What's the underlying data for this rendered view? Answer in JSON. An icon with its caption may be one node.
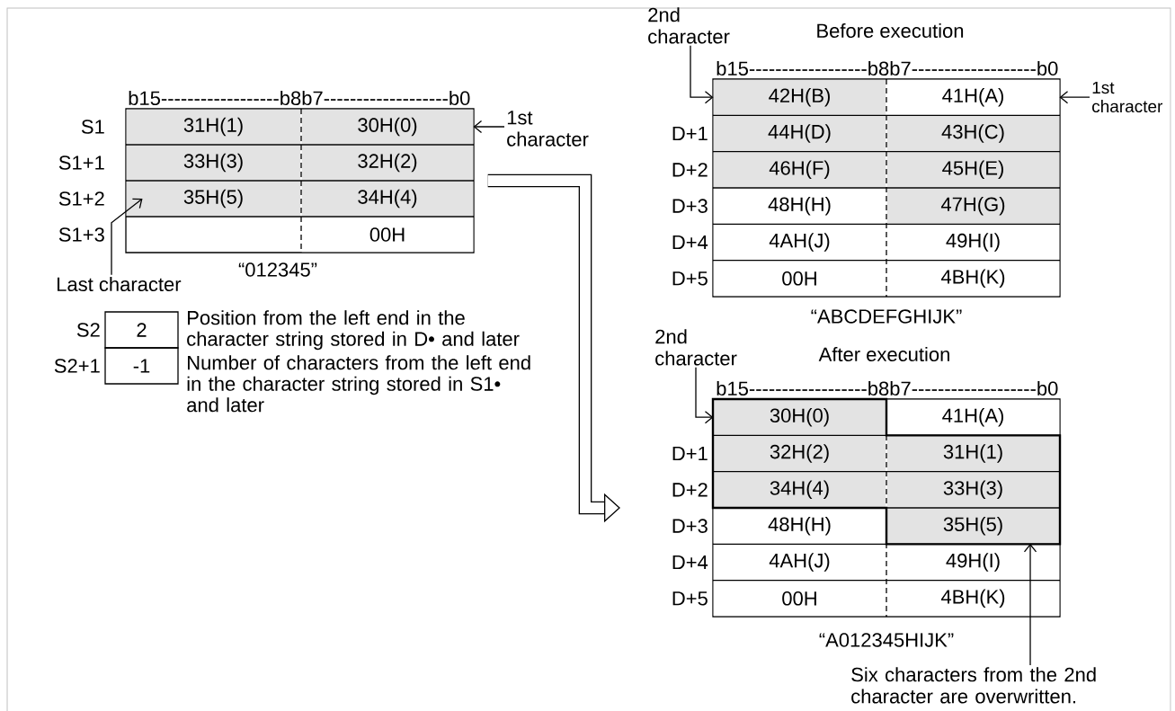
{
  "diagram": {
    "nodes": [
      {
        "text": [],
        "shape": "box",
        "beside": [
          "“012345”"
        ]
      },
      {
        "text": [
          "31H(1)"
        ],
        "in": 0
      },
      {
        "text": [
          "30H(0)"
        ],
        "in": 0
      },
      {
        "text": [
          "33H(3)"
        ],
        "in": 0
      },
      {
        "text": [
          "32H(2)"
        ],
        "in": 0
      },
      {
        "text": [
          "35H(5)"
        ],
        "in": 0
      },
      {
        "text": [
          "34H(4)"
        ],
        "in": 0
      },
      {
        "text": [
          "00H"
        ],
        "in": 0
      },
      {
        "text": [
          "1st character"
        ]
      },
      {
        "text": [
          "Last character"
        ]
      },
      {
        "text": [
          "2"
        ],
        "beside": [
          "Position from the left end in the character string stored in D• and later"
        ]
      },
      {
        "text": [
          "-1"
        ],
        "beside": [
          "Number of characters from the left end in the character string stored in S1• and later"
        ]
      },
      {
        "text": [
          "Before execution"
        ],
        "beside": [
          "“ABCDEFGHIJK”"
        ]
      },
      {
        "text": [
          "42H(B)"
        ],
        "in": 12
      },
      {
        "text": [
          "41H(A)"
        ],
        "in": 12
      },
      {
        "text": [
          "44H(D)"
        ],
        "in": 12
      },
      {
        "text": [
          "43H(C)"
        ],
        "in": 12
      },
      {
        "text": [
          "46H(F)"
        ],
        "in": 12
      },
      {
        "text": [
          "45H(E)"
        ],
        "in": 12
      },
      {
        "text": [
          "48H(H)"
        ],
        "in": 12
      },
      {
        "text": [
          "47H(G)"
        ],
        "in": 12
      },
      {
        "text": [
          "4AH(J)"
        ],
        "in": 12
      },
      {
        "text": [
          "49H(I)"
        ],
        "in": 12
      },
      {
        "text": [
          "00H"
        ],
        "in": 12
      },
      {
        "text": [
          "4BH(K)"
        ],
        "in": 12
      },
      {
        "text": [
          "2nd character"
        ]
      },
      {
        "text": [
          "1st character"
        ]
      },
      {
        "text": [
          "After execution"
        ],
        "beside": [
          "“A012345HIJK”"
        ]
      },
      {
        "text": [
          "30H(0)"
        ],
        "in": 27
      },
      {
        "text": [
          "41H(A)"
        ],
        "in": 27
      },
      {
        "text": [
          "32H(2)"
        ],
        "in": 27
      },
      {
        "text": [
          "31H(1)"
        ],
        "in": 27
      },
      {
        "text": [
          "34H(4)"
        ],
        "in": 27
      },
      {
        "text": [
          "33H(3)"
        ],
        "in": 27
      },
      {
        "text": [
          "48H(H)"
        ],
        "in": 27
      },
      {
        "text": [
          "35H(5)"
        ],
        "in": 27
      },
      {
        "text": [
          "4AH(J)"
        ],
        "in": 27
      },
      {
        "text": [
          "49H(I)"
        ],
        "in": 27
      },
      {
        "text": [
          "00H"
        ],
        "in": 27
      },
      {
        "text": [
          "4BH(K)"
        ],
        "in": 27
      },
      {
        "text": [
          "2nd character"
        ]
      },
      {
        "text": [
          "Six characters from the 2nd character are overwritten."
        ]
      }
    ],
    "edges": [
      {
        "from": 8,
        "to": 2,
        "arrow": "to"
      },
      {
        "from": 9,
        "to": 5,
        "arrow": "to"
      },
      {
        "from": 25,
        "to": 13,
        "arrow": "to"
      },
      {
        "from": 26,
        "to": 14,
        "arrow": "to"
      },
      {
        "from": 40,
        "to": 28,
        "arrow": "to"
      },
      {
        "from": 41,
        "to": 35,
        "arrow": "to"
      },
      {
        "from": 0,
        "to": null,
        "arrow": "to",
        "style": "thick"
      }
    ],
    "labels": [
      "b15------------------b8b7-------------------b0",
      "S1",
      "S1+1",
      "S1+2",
      "S1+3",
      "S2",
      "S2+1",
      "b15------------------b8b7-------------------b0",
      "D+1",
      "D+2",
      "D+3",
      "D+4",
      "D+5",
      "b15------------------b8b7-------------------b0",
      "D+1",
      "D+2",
      "D+3",
      "D+4",
      "D+5"
    ]
  }
}
